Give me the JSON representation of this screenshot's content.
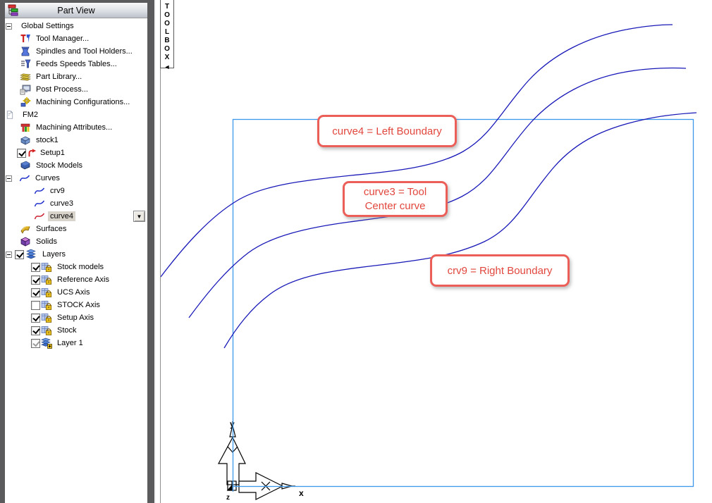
{
  "panel": {
    "title": "Part View"
  },
  "toolbox": {
    "label": "TOOLBOX",
    "collapse_glyph": "◄"
  },
  "tree": {
    "dropdown_glyph": "▼",
    "items": [
      {
        "label": "Global Settings",
        "expanded": true
      },
      {
        "label": "Tool Manager..."
      },
      {
        "label": "Spindles and Tool Holders..."
      },
      {
        "label": "Feeds  Speeds Tables..."
      },
      {
        "label": "Part Library..."
      },
      {
        "label": "Post Process..."
      },
      {
        "label": "Machining Configurations..."
      },
      {
        "label": "FM2"
      },
      {
        "label": "Machining Attributes..."
      },
      {
        "label": "stock1"
      },
      {
        "label": "Setup1",
        "checked": true
      },
      {
        "label": "Stock Models"
      },
      {
        "label": "Curves",
        "expanded": true
      },
      {
        "label": "crv9"
      },
      {
        "label": "curve3"
      },
      {
        "label": "curve4",
        "selected": true
      },
      {
        "label": "Surfaces"
      },
      {
        "label": "Solids"
      },
      {
        "label": "Layers",
        "expanded": true,
        "checked": true
      },
      {
        "label": "Stock models",
        "checked": true
      },
      {
        "label": "Reference Axis",
        "checked": true
      },
      {
        "label": "UCS Axis",
        "checked": true
      },
      {
        "label": "STOCK Axis",
        "checked": false
      },
      {
        "label": "Setup Axis",
        "checked": true
      },
      {
        "label": "Stock",
        "checked": true
      },
      {
        "label": "Layer 1",
        "checked": true,
        "disabled": true
      }
    ]
  },
  "viewport": {
    "annotations": [
      {
        "text": "curve4 = Left Boundary"
      },
      {
        "text": "curve3 = Tool Center curve"
      },
      {
        "text": "crv9 = Right Boundary"
      }
    ],
    "axis": {
      "x": "x",
      "y": "y",
      "z": "z"
    },
    "colors": {
      "curve_blue": "#1818b8",
      "stock_boundary_blue": "#3d97ec",
      "annotation_text_red": "#e2473e",
      "annotation_border_red": "#ec5f58"
    }
  }
}
